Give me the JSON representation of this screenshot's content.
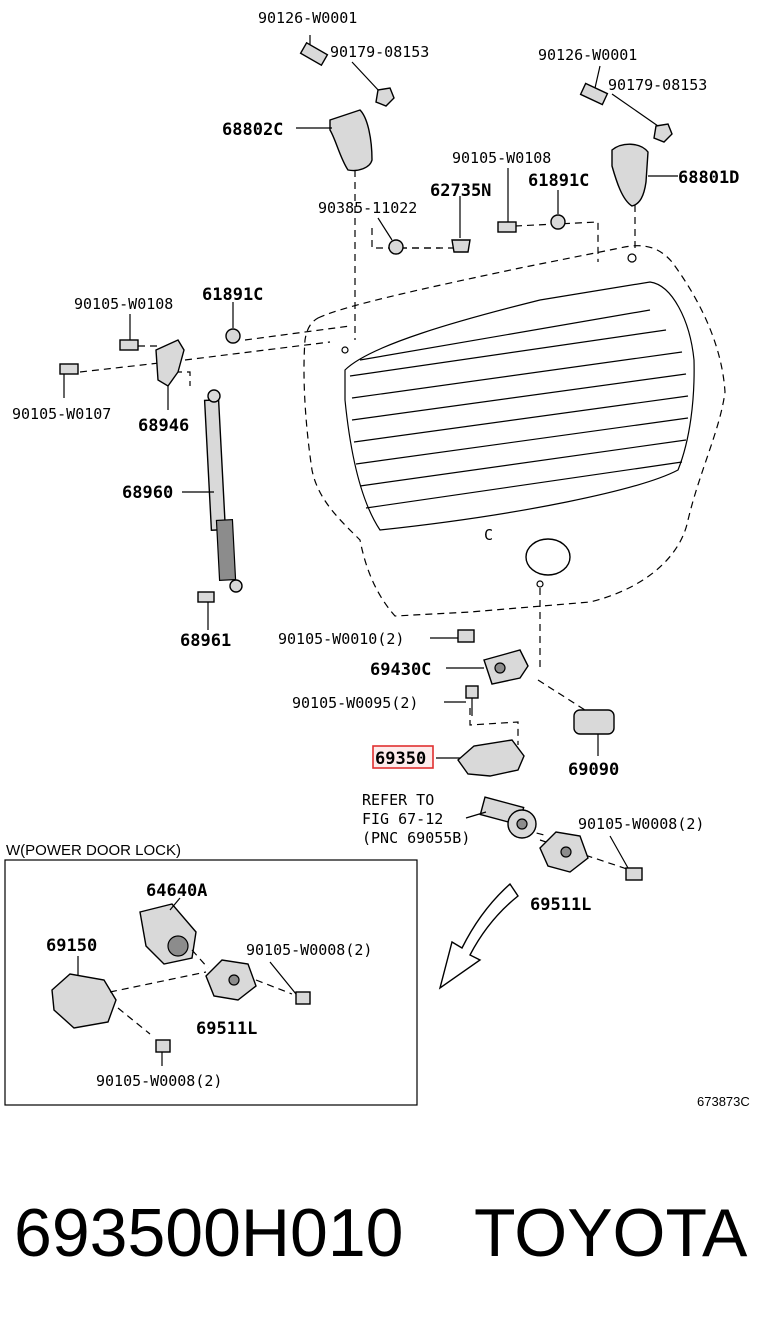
{
  "labels": {
    "l1": "90126-W0001",
    "l2": "90179-08153",
    "l3": "90126-W0001",
    "l4": "90179-08153",
    "l5": "68802C",
    "l6": "68801D",
    "l7": "90105-W0108",
    "l8": "62735N",
    "l9": "61891C",
    "l10": "90385-11022",
    "l11": "90105-W0108",
    "l12": "61891C",
    "l13": "90105-W0107",
    "l14": "68946",
    "l15": "68960",
    "l16": "68961",
    "l17": "90105-W0010(2)",
    "l18": "69430C",
    "l19": "90105-W0095(2)",
    "l20": "69350",
    "l21": "69090",
    "l22": "REFER TO",
    "l23": "FIG 67-12",
    "l24": "(PNC 69055B)",
    "l25": "90105-W0008(2)",
    "l26": "69511L",
    "l27": "64640A",
    "l28": "69150",
    "l29": "90105-W0008(2)",
    "l30": "69511L",
    "l31": "90105-W0008(2)",
    "inset_title": "W(POWER DOOR LOCK)",
    "figure_code": "673873C"
  },
  "highlight_color": "#e03030",
  "footer": {
    "part_number": "693500H010",
    "brand": "TOYOTA"
  }
}
